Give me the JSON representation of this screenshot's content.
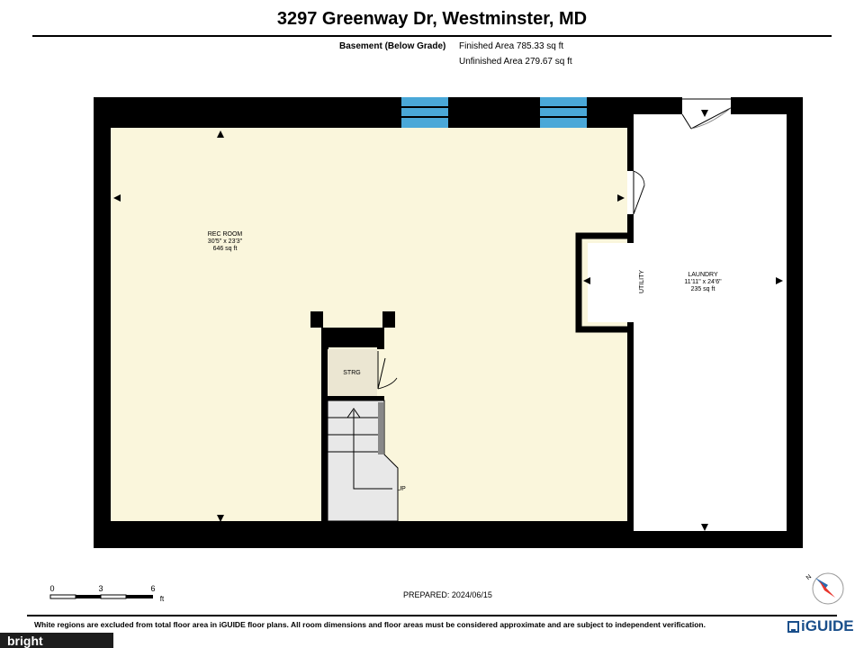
{
  "title": "3297 Greenway Dr, Westminster, MD",
  "level": "Basement (Below Grade)",
  "finished_area": "Finished Area 785.33 sq ft",
  "unfinished_area": "Unfinished Area 279.67 sq ft",
  "rooms": {
    "rec_room": {
      "name": "REC ROOM",
      "dims": "30'5\" x 23'3\"",
      "area": "646 sq ft"
    },
    "laundry": {
      "name": "LAUNDRY",
      "dims": "11'11\" x 24'6\"",
      "area": "235 sq ft"
    },
    "storage": {
      "name": "STRG"
    },
    "utility": {
      "name": "UTILITY"
    },
    "stairs": {
      "label": "UP"
    }
  },
  "scale": {
    "ticks": [
      "0",
      "3",
      "6"
    ],
    "unit": "ft"
  },
  "compass": {
    "label": "N"
  },
  "prepared": "PREPARED: 2024/06/15",
  "disclaimer": "White regions are excluded from total floor area in iGUIDE floor plans. All room dimensions and floor areas must be considered approximate and are subject to independent verification.",
  "brand": "iGUIDE",
  "watermark": "bright",
  "colors": {
    "wall": "#000000",
    "finished_floor": "#faf6dc",
    "storage_floor": "#ebe6d2",
    "stairs": "#e8e8e8",
    "window": "#4aa8d8",
    "compass_red": "#e8342c",
    "compass_blue": "#2a6ab0"
  }
}
